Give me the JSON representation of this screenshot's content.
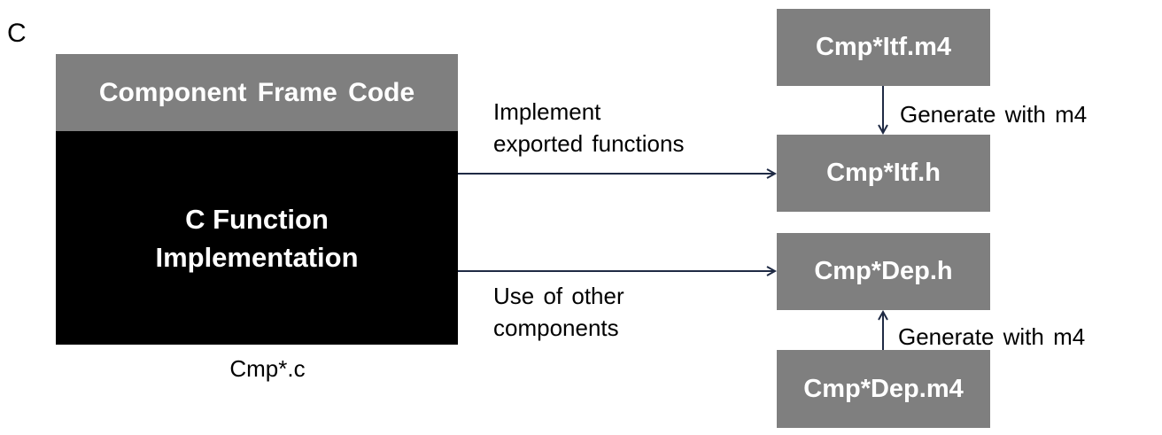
{
  "corner_label": "C",
  "left_block": {
    "header": "Component Frame Code",
    "body_line1": "C Function",
    "body_line2": "Implementation",
    "caption": "Cmp*.c"
  },
  "right_files": {
    "itf_m4": "Cmp*Itf.m4",
    "itf_h": "Cmp*Itf.h",
    "dep_h": "Cmp*Dep.h",
    "dep_m4": "Cmp*Dep.m4"
  },
  "annotations": {
    "implement_line1": "Implement",
    "implement_line2": "exported  functions",
    "use_line1": "Use of other",
    "use_line2": "components",
    "generate_top": "Generate  with m4",
    "generate_bottom": "Generate  with m4"
  },
  "colors": {
    "box_gray": "#7f7f7f",
    "impl_black": "#000000",
    "arrow": "#1f2a44"
  }
}
